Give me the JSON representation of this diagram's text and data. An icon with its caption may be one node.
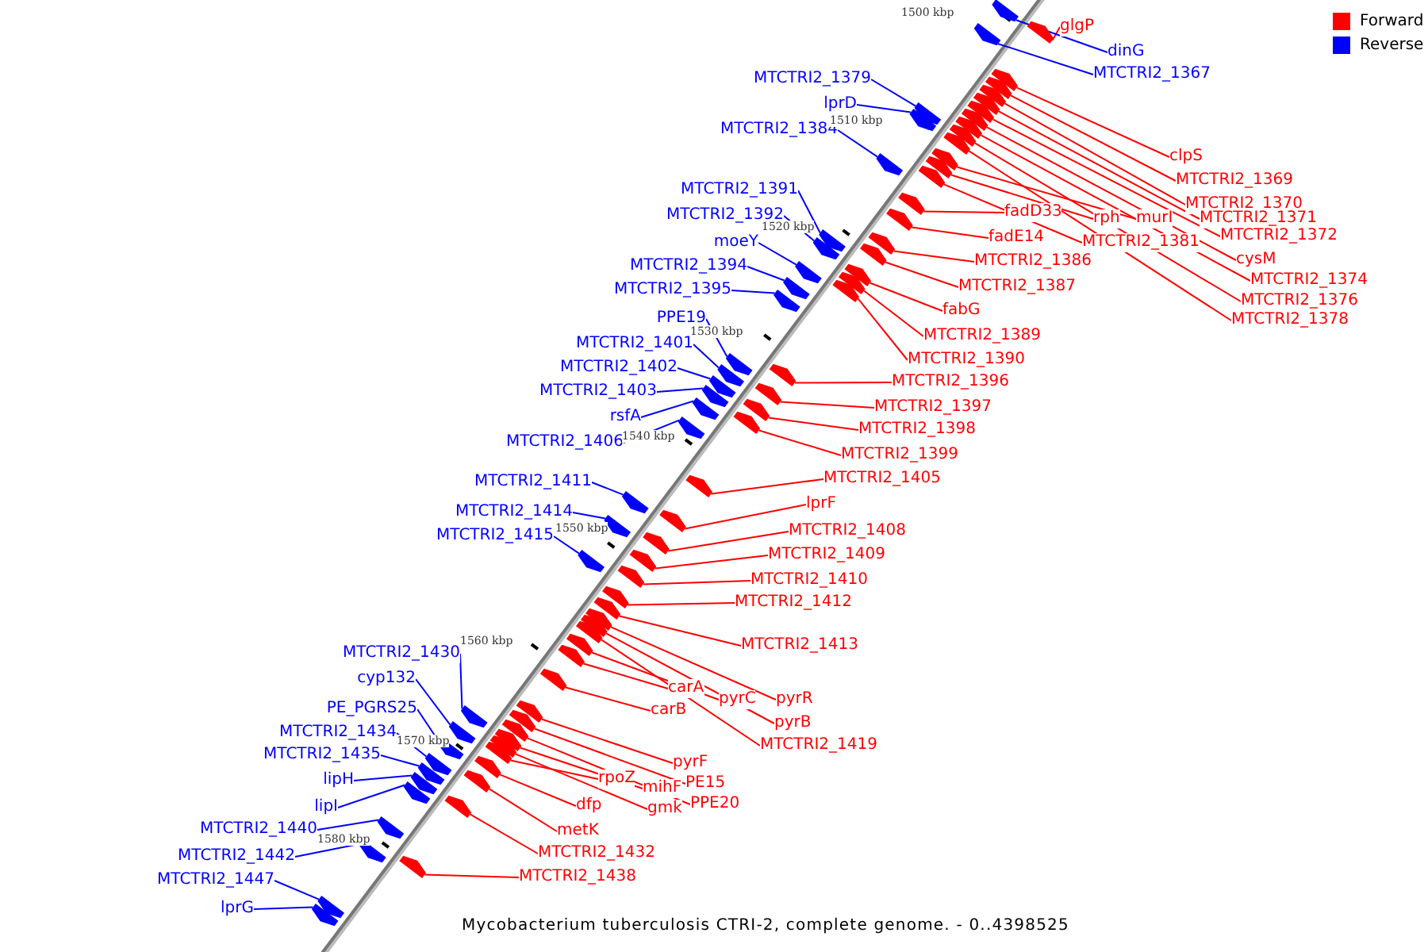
{
  "diagram": {
    "caption": "Mycobacterium tuberculosis CTRI-2, complete genome. - 0..4398525",
    "nodes": [
      {
        "text": [
          "glgP"
        ]
      },
      {
        "text": [
          "dinG"
        ]
      },
      {
        "text": [
          "MTCTRI2_1367"
        ]
      },
      {
        "text": [
          "clpS"
        ]
      },
      {
        "text": [
          "MTCTRI2_1369"
        ]
      },
      {
        "text": [
          "MTCTRI2_1370"
        ]
      },
      {
        "text": [
          "MTCTRI2_1371"
        ]
      },
      {
        "text": [
          "MTCTRI2_1372"
        ]
      },
      {
        "text": [
          "cysM"
        ]
      },
      {
        "text": [
          "MTCTRI2_1374"
        ]
      },
      {
        "text": [
          "MTCTRI2_1376"
        ]
      },
      {
        "text": [
          "MTCTRI2_1378"
        ]
      },
      {
        "text": [
          "murI"
        ]
      },
      {
        "text": [
          "rph"
        ]
      },
      {
        "text": [
          "MTCTRI2_1381"
        ]
      },
      {
        "text": [
          "fadD33"
        ]
      },
      {
        "text": [
          "fadE14"
        ]
      },
      {
        "text": [
          "MTCTRI2_1386"
        ]
      },
      {
        "text": [
          "MTCTRI2_1387"
        ]
      },
      {
        "text": [
          "fabG"
        ]
      },
      {
        "text": [
          "MTCTRI2_1389"
        ]
      },
      {
        "text": [
          "MTCTRI2_1390"
        ]
      },
      {
        "text": [
          "MTCTRI2_1396"
        ]
      },
      {
        "text": [
          "MTCTRI2_1397"
        ]
      },
      {
        "text": [
          "MTCTRI2_1398"
        ]
      },
      {
        "text": [
          "MTCTRI2_1399"
        ]
      },
      {
        "text": [
          "MTCTRI2_1405"
        ]
      },
      {
        "text": [
          "lprF"
        ]
      },
      {
        "text": [
          "MTCTRI2_1408"
        ]
      },
      {
        "text": [
          "MTCTRI2_1409"
        ]
      },
      {
        "text": [
          "MTCTRI2_1410"
        ]
      },
      {
        "text": [
          "MTCTRI2_1412"
        ]
      },
      {
        "text": [
          "MTCTRI2_1413"
        ]
      },
      {
        "text": [
          "pyrR"
        ]
      },
      {
        "text": [
          "pyrB"
        ]
      },
      {
        "text": [
          "MTCTRI2_1419"
        ]
      },
      {
        "text": [
          "pyrC"
        ]
      },
      {
        "text": [
          "carA"
        ]
      },
      {
        "text": [
          "carB"
        ]
      },
      {
        "text": [
          "pyrF"
        ]
      },
      {
        "text": [
          "PE15"
        ]
      },
      {
        "text": [
          "PPE20"
        ]
      },
      {
        "text": [
          "mihF"
        ]
      },
      {
        "text": [
          "gmk"
        ]
      },
      {
        "text": [
          "rpoZ"
        ]
      },
      {
        "text": [
          "dfp"
        ]
      },
      {
        "text": [
          "metK"
        ]
      },
      {
        "text": [
          "MTCTRI2_1432"
        ]
      },
      {
        "text": [
          "MTCTRI2_1438"
        ]
      },
      {
        "text": [
          "MTCTRI2_1379"
        ]
      },
      {
        "text": [
          "lprD"
        ]
      },
      {
        "text": [
          "MTCTRI2_1384"
        ]
      },
      {
        "text": [
          "MTCTRI2_1391"
        ]
      },
      {
        "text": [
          "MTCTRI2_1392"
        ]
      },
      {
        "text": [
          "moeY"
        ]
      },
      {
        "text": [
          "MTCTRI2_1394"
        ]
      },
      {
        "text": [
          "MTCTRI2_1395"
        ]
      },
      {
        "text": [
          "PPE19"
        ]
      },
      {
        "text": [
          "MTCTRI2_1401"
        ]
      },
      {
        "text": [
          "MTCTRI2_1402"
        ]
      },
      {
        "text": [
          "MTCTRI2_1403"
        ]
      },
      {
        "text": [
          "rsfA"
        ]
      },
      {
        "text": [
          "MTCTRI2_1406"
        ]
      },
      {
        "text": [
          "MTCTRI2_1411"
        ]
      },
      {
        "text": [
          "MTCTRI2_1414"
        ]
      },
      {
        "text": [
          "MTCTRI2_1415"
        ]
      },
      {
        "text": [
          "MTCTRI2_1430"
        ]
      },
      {
        "text": [
          "cyp132"
        ]
      },
      {
        "text": [
          "PE_PGRS25"
        ]
      },
      {
        "text": [
          "MTCTRI2_1434"
        ]
      },
      {
        "text": [
          "MTCTRI2_1435"
        ]
      },
      {
        "text": [
          "lipH"
        ]
      },
      {
        "text": [
          "lipI"
        ]
      },
      {
        "text": [
          "MTCTRI2_1440"
        ]
      },
      {
        "text": [
          "MTCTRI2_1442"
        ]
      },
      {
        "text": [
          "MTCTRI2_1447"
        ]
      },
      {
        "text": [
          "lprG"
        ]
      },
      {
        "text": [],
        "shape": "pentagon"
      },
      {
        "text": [],
        "shape": "pentagon"
      },
      {
        "text": [],
        "shape": "pentagon"
      },
      {
        "text": [],
        "shape": "pentagon"
      },
      {
        "text": [],
        "shape": "pentagon"
      },
      {
        "text": [],
        "shape": "pentagon"
      },
      {
        "text": [],
        "shape": "pentagon"
      },
      {
        "text": [],
        "shape": "pentagon"
      },
      {
        "text": [],
        "shape": "pentagon"
      },
      {
        "text": [],
        "shape": "pentagon"
      },
      {
        "text": [],
        "shape": "pentagon"
      },
      {
        "text": [],
        "shape": "pentagon"
      },
      {
        "text": [],
        "shape": "pentagon"
      },
      {
        "text": [],
        "shape": "pentagon"
      },
      {
        "text": [],
        "shape": "pentagon"
      },
      {
        "text": [],
        "shape": "pentagon"
      },
      {
        "text": [],
        "shape": "pentagon"
      },
      {
        "text": [],
        "shape": "pentagon"
      },
      {
        "text": [],
        "shape": "pentagon"
      },
      {
        "text": [],
        "shape": "pentagon"
      },
      {
        "text": [],
        "shape": "pentagon"
      },
      {
        "text": [],
        "shape": "pentagon"
      },
      {
        "text": [],
        "shape": "pentagon"
      },
      {
        "text": [],
        "shape": "pentagon"
      },
      {
        "text": [],
        "shape": "pentagon"
      },
      {
        "text": [],
        "shape": "pentagon"
      },
      {
        "text": [],
        "shape": "pentagon"
      },
      {
        "text": [],
        "shape": "pentagon"
      },
      {
        "text": [],
        "shape": "pentagon"
      },
      {
        "text": [],
        "shape": "pentagon"
      },
      {
        "text": [],
        "shape": "pentagon"
      },
      {
        "text": [],
        "shape": "pentagon"
      },
      {
        "text": [],
        "shape": "pentagon"
      },
      {
        "text": [],
        "shape": "pentagon"
      },
      {
        "text": [],
        "shape": "pentagon"
      },
      {
        "text": [],
        "shape": "pentagon"
      },
      {
        "text": [],
        "shape": "pentagon"
      },
      {
        "text": [],
        "shape": "pentagon"
      },
      {
        "text": [],
        "shape": "pentagon"
      },
      {
        "text": [],
        "shape": "pentagon"
      },
      {
        "text": [],
        "shape": "pentagon"
      },
      {
        "text": [],
        "shape": "pentagon"
      },
      {
        "text": [],
        "shape": "pentagon"
      },
      {
        "text": [],
        "shape": "pentagon"
      },
      {
        "text": [],
        "shape": "pentagon"
      },
      {
        "text": [],
        "shape": "pentagon"
      },
      {
        "text": [],
        "shape": "pentagon"
      },
      {
        "text": [],
        "shape": "pentagon"
      },
      {
        "text": [],
        "shape": "pentagon"
      },
      {
        "text": [],
        "shape": "pentagon"
      },
      {
        "text": [],
        "shape": "pentagon"
      },
      {
        "text": [],
        "shape": "pentagon"
      },
      {
        "text": [],
        "shape": "pentagon"
      },
      {
        "text": [],
        "shape": "pentagon"
      },
      {
        "text": [],
        "shape": "pentagon"
      },
      {
        "text": [],
        "shape": "pentagon"
      },
      {
        "text": [],
        "shape": "pentagon"
      },
      {
        "text": [],
        "shape": "pentagon"
      },
      {
        "text": [],
        "shape": "pentagon"
      },
      {
        "text": [],
        "shape": "pentagon"
      },
      {
        "text": [],
        "shape": "pentagon"
      },
      {
        "text": [],
        "shape": "pentagon"
      },
      {
        "text": [],
        "shape": "pentagon"
      },
      {
        "text": [],
        "shape": "pentagon"
      },
      {
        "text": [],
        "shape": "pentagon"
      },
      {
        "text": [],
        "shape": "pentagon"
      },
      {
        "text": [],
        "shape": "pentagon"
      },
      {
        "text": [],
        "shape": "pentagon"
      },
      {
        "text": [],
        "shape": "pentagon"
      },
      {
        "text": [],
        "shape": "pentagon"
      },
      {
        "text": [],
        "shape": "pentagon"
      },
      {
        "text": [],
        "shape": "pentagon"
      },
      {
        "text": [],
        "shape": "pentagon"
      },
      {
        "text": [],
        "shape": "pentagon"
      },
      {
        "text": [],
        "shape": "pentagon"
      },
      {
        "text": [],
        "shape": "pentagon"
      },
      {
        "text": [],
        "shape": "pentagon"
      }
    ],
    "edges": [
      {
        "from": 0,
        "to": 77,
        "arrow": "none"
      },
      {
        "from": 1,
        "to": 78,
        "arrow": "none",
        "color": "#0000ff"
      },
      {
        "from": 2,
        "to": 79,
        "arrow": "none",
        "color": "#0000ff"
      },
      {
        "from": 3,
        "to": 80,
        "arrow": "none"
      },
      {
        "from": 4,
        "to": 81,
        "arrow": "none"
      },
      {
        "from": 5,
        "to": 82,
        "arrow": "none"
      },
      {
        "from": 6,
        "to": 83,
        "arrow": "none"
      },
      {
        "from": 7,
        "to": 84,
        "arrow": "none"
      },
      {
        "from": 8,
        "to": 85,
        "arrow": "none"
      },
      {
        "from": 9,
        "to": 86,
        "arrow": "none"
      },
      {
        "from": 10,
        "to": 87,
        "arrow": "none"
      },
      {
        "from": 49,
        "to": 88,
        "arrow": "none",
        "color": "#0000ff"
      },
      {
        "from": 11,
        "to": 89,
        "arrow": "none"
      },
      {
        "from": 50,
        "to": 90,
        "arrow": "none",
        "color": "#0000ff"
      },
      {
        "from": 12,
        "to": 91,
        "arrow": "none"
      },
      {
        "from": 13,
        "to": 92,
        "arrow": "none"
      },
      {
        "from": 14,
        "to": 93,
        "arrow": "none"
      },
      {
        "from": 51,
        "to": 94,
        "arrow": "none",
        "color": "#0000ff"
      },
      {
        "from": 15,
        "to": 95,
        "arrow": "none"
      },
      {
        "from": 16,
        "to": 96,
        "arrow": "none"
      },
      {
        "from": 17,
        "to": 97,
        "arrow": "none"
      },
      {
        "from": 18,
        "to": 98,
        "arrow": "none"
      },
      {
        "from": 52,
        "to": 99,
        "arrow": "none",
        "color": "#0000ff"
      },
      {
        "from": 53,
        "to": 100,
        "arrow": "none",
        "color": "#0000ff"
      },
      {
        "from": 19,
        "to": 101,
        "arrow": "none"
      },
      {
        "from": 20,
        "to": 102,
        "arrow": "none"
      },
      {
        "from": 21,
        "to": 103,
        "arrow": "none"
      },
      {
        "from": 54,
        "to": 104,
        "arrow": "none",
        "color": "#0000ff"
      },
      {
        "from": 55,
        "to": 105,
        "arrow": "none",
        "color": "#0000ff"
      },
      {
        "from": 56,
        "to": 106,
        "arrow": "none",
        "color": "#0000ff"
      },
      {
        "from": 22,
        "to": 107,
        "arrow": "none"
      },
      {
        "from": 57,
        "to": 108,
        "arrow": "none",
        "color": "#0000ff"
      },
      {
        "from": 23,
        "to": 109,
        "arrow": "none"
      },
      {
        "from": 58,
        "to": 110,
        "arrow": "none",
        "color": "#0000ff"
      },
      {
        "from": 24,
        "to": 111,
        "arrow": "none"
      },
      {
        "from": 59,
        "to": 112,
        "arrow": "none",
        "color": "#0000ff"
      },
      {
        "from": 25,
        "to": 113,
        "arrow": "none"
      },
      {
        "from": 60,
        "to": 114,
        "arrow": "none",
        "color": "#0000ff"
      },
      {
        "from": 61,
        "to": 115,
        "arrow": "none",
        "color": "#0000ff"
      },
      {
        "from": 62,
        "to": 116,
        "arrow": "none",
        "color": "#0000ff"
      },
      {
        "from": 26,
        "to": 117,
        "arrow": "none"
      },
      {
        "from": 27,
        "to": 118,
        "arrow": "none"
      },
      {
        "from": 63,
        "to": 119,
        "arrow": "none",
        "color": "#0000ff"
      },
      {
        "from": 28,
        "to": 120,
        "arrow": "none"
      },
      {
        "from": 29,
        "to": 121,
        "arrow": "none"
      },
      {
        "from": 64,
        "to": 122,
        "arrow": "none",
        "color": "#0000ff"
      },
      {
        "from": 30,
        "to": 123,
        "arrow": "none"
      },
      {
        "from": 65,
        "to": 124,
        "arrow": "none",
        "color": "#0000ff"
      },
      {
        "from": 31,
        "to": 125,
        "arrow": "none"
      },
      {
        "from": 32,
        "to": 126,
        "arrow": "none"
      },
      {
        "from": 33,
        "to": 127,
        "arrow": "none"
      },
      {
        "from": 34,
        "to": 128,
        "arrow": "none"
      },
      {
        "from": 35,
        "to": 129,
        "arrow": "none"
      },
      {
        "from": 36,
        "to": 130,
        "arrow": "none"
      },
      {
        "from": 37,
        "to": 131,
        "arrow": "none"
      },
      {
        "from": 38,
        "to": 132,
        "arrow": "none"
      },
      {
        "from": 39,
        "to": 133,
        "arrow": "none"
      },
      {
        "from": 40,
        "to": 134,
        "arrow": "none"
      },
      {
        "from": 41,
        "to": 135,
        "arrow": "none"
      },
      {
        "from": 42,
        "to": 136,
        "arrow": "none"
      },
      {
        "from": 66,
        "to": 137,
        "arrow": "none",
        "color": "#0000ff"
      },
      {
        "from": 43,
        "to": 138,
        "arrow": "none"
      },
      {
        "from": 44,
        "to": 139,
        "arrow": "none"
      },
      {
        "from": 67,
        "to": 140,
        "arrow": "none",
        "color": "#0000ff"
      },
      {
        "from": 45,
        "to": 141,
        "arrow": "none"
      },
      {
        "from": 68,
        "to": 142,
        "arrow": "none",
        "color": "#0000ff"
      },
      {
        "from": 46,
        "to": 143,
        "arrow": "none"
      },
      {
        "from": 69,
        "to": 144,
        "arrow": "none",
        "color": "#0000ff"
      },
      {
        "from": 70,
        "to": 145,
        "arrow": "none",
        "color": "#0000ff"
      },
      {
        "from": 47,
        "to": 146,
        "arrow": "none"
      },
      {
        "from": 71,
        "to": 147,
        "arrow": "none",
        "color": "#0000ff"
      },
      {
        "from": 72,
        "to": 148,
        "arrow": "none",
        "color": "#0000ff"
      },
      {
        "from": 73,
        "to": 149,
        "arrow": "none",
        "color": "#0000ff"
      },
      {
        "from": 48,
        "to": 150,
        "arrow": "none"
      },
      {
        "from": 74,
        "to": 151,
        "arrow": "none",
        "color": "#0000ff"
      },
      {
        "from": 75,
        "to": 152,
        "arrow": "none",
        "color": "#0000ff"
      },
      {
        "from": 76,
        "to": 153,
        "arrow": "none",
        "color": "#0000ff"
      }
    ],
    "labels": [
      "1500 kbp",
      "1510 kbp",
      "1520 kbp",
      "1530 kbp",
      "1540 kbp",
      "1550 kbp",
      "1560 kbp",
      "1570 kbp",
      "1580 kbp"
    ],
    "legend": [
      {
        "text": "Forward",
        "color": "#ff0000"
      },
      {
        "text": "Reverse",
        "color": "#0000ff"
      }
    ]
  }
}
